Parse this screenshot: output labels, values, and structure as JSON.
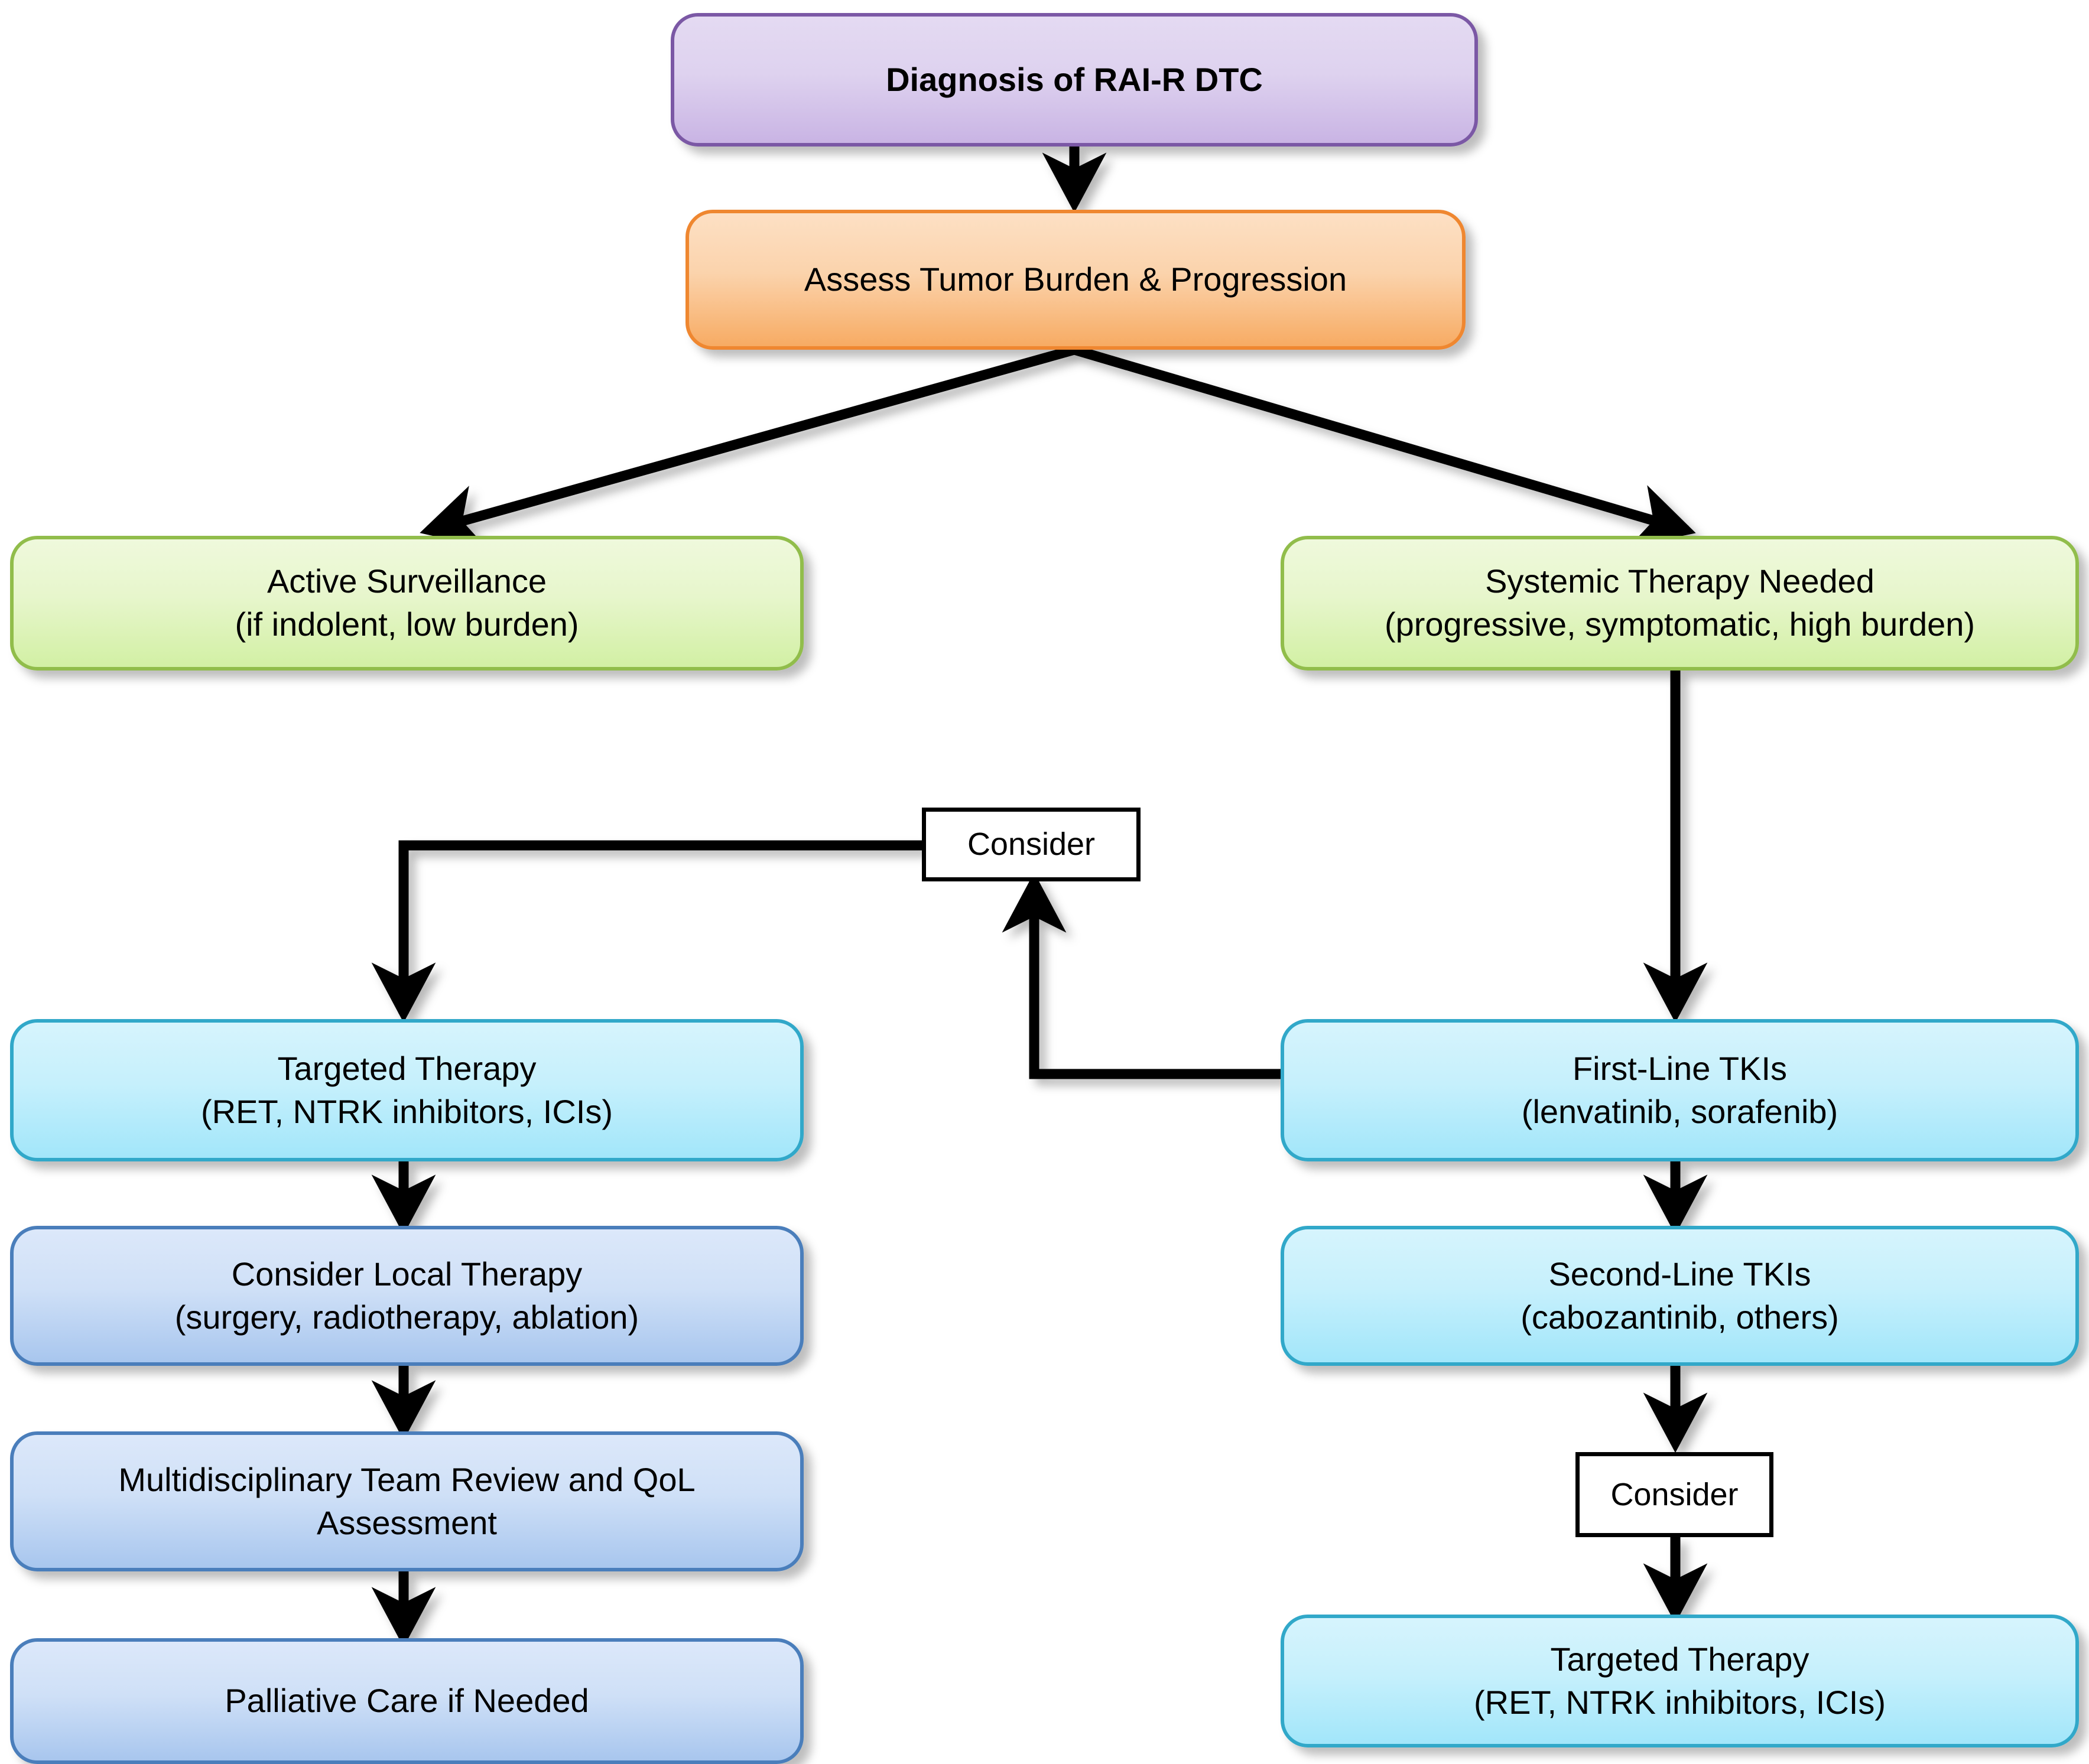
{
  "diagram": {
    "title_node": "Diagnosis of RAI-R DTC",
    "colors": {
      "purple_fill": "#ded2ef",
      "purple_border": "#7b58a5",
      "orange_fill": "#fbd3ac",
      "orange_border": "#ef8730",
      "green_fill": "#e7f6cc",
      "green_border": "#91bd4b",
      "cyan_fill": "#c6f0fc",
      "cyan_border": "#31a8c9",
      "steel_fill": "#cfe0f7",
      "steel_border": "#4a7ebb",
      "connector": "#000000",
      "plain_box_fill": "#ffffff",
      "plain_box_border": "#000000"
    },
    "nodes": {
      "diagnosis": "Diagnosis of RAI-R DTC",
      "assess": "Assess Tumor Burden & Progression",
      "active_surveillance": "Active Surveillance\n(if indolent, low burden)",
      "systemic_therapy": "Systemic Therapy Needed\n(progressive, symptomatic, high burden)",
      "consider_mid": "Consider",
      "targeted_left": "Targeted Therapy\n(RET, NTRK inhibitors, ICIs)",
      "first_line_tkis": "First-Line TKIs\n(lenvatinib, sorafenib)",
      "local_therapy": "Consider Local Therapy\n(surgery, radiotherapy, ablation)",
      "second_line_tkis": "Second-Line TKIs\n(cabozantinib, others)",
      "mdt_review": "Multidisciplinary Team Review and QoL\nAssessment",
      "consider_right": "Consider",
      "palliative": "Palliative Care if Needed",
      "targeted_right": "Targeted Therapy\n(RET, NTRK inhibitors, ICIs)"
    },
    "edges": [
      {
        "from": "diagnosis",
        "to": "assess",
        "style": "straight-arrow"
      },
      {
        "from": "assess",
        "to": "active_surveillance",
        "style": "diagonal-arrow"
      },
      {
        "from": "assess",
        "to": "systemic_therapy",
        "style": "diagonal-arrow"
      },
      {
        "from": "systemic_therapy",
        "to": "first_line_tkis",
        "style": "straight-arrow"
      },
      {
        "from": "systemic_therapy",
        "to": "consider_mid",
        "style": "elbow"
      },
      {
        "from": "consider_mid",
        "to": "targeted_left",
        "style": "elbow-arrow"
      },
      {
        "from": "first_line_tkis",
        "to": "consider_mid",
        "style": "elbow-arrow-up"
      },
      {
        "from": "targeted_left",
        "to": "local_therapy",
        "style": "straight-arrow"
      },
      {
        "from": "local_therapy",
        "to": "mdt_review",
        "style": "straight-arrow"
      },
      {
        "from": "mdt_review",
        "to": "palliative",
        "style": "straight-arrow"
      },
      {
        "from": "first_line_tkis",
        "to": "second_line_tkis",
        "style": "straight-arrow"
      },
      {
        "from": "second_line_tkis",
        "to": "consider_right",
        "style": "straight-arrow"
      },
      {
        "from": "consider_right",
        "to": "targeted_right",
        "style": "straight-arrow"
      }
    ]
  }
}
